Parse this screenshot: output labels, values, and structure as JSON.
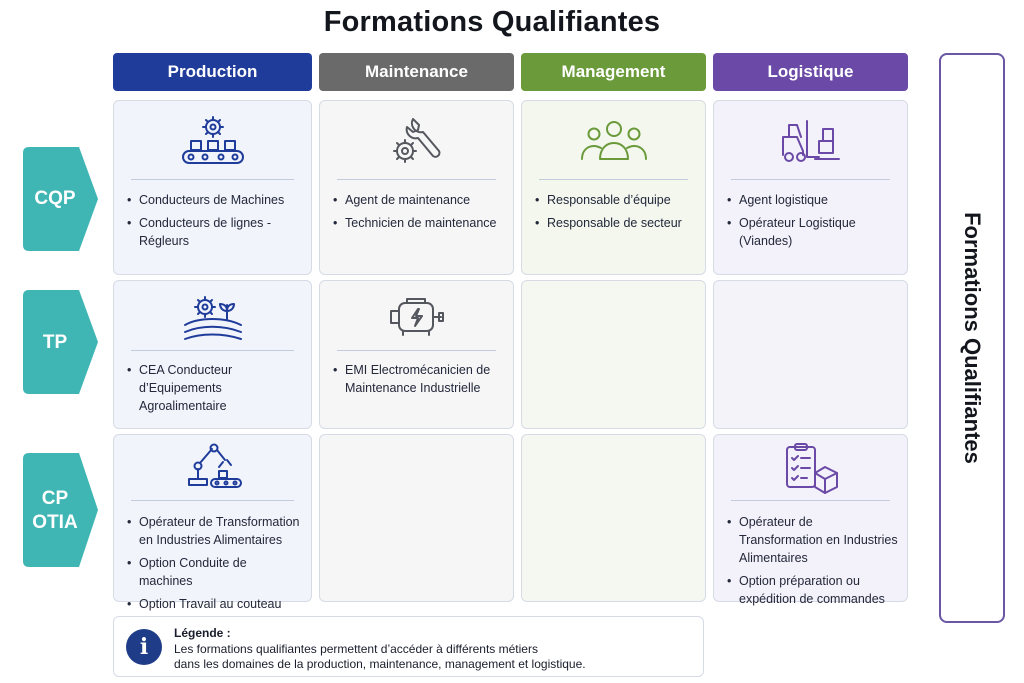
{
  "title": "Formations Qualifiantes",
  "side_label": "Formations Qualifiantes",
  "columns": [
    {
      "label": "Production",
      "color": "#1f3c9b"
    },
    {
      "label": "Maintenance",
      "color": "#6a6a6a"
    },
    {
      "label": "Management",
      "color": "#6a9a3a"
    },
    {
      "label": "Logistique",
      "color": "#6a4aa6"
    }
  ],
  "rows": [
    {
      "lines": [
        "CQP"
      ],
      "color": "#3fb6b4"
    },
    {
      "lines": [
        "TP"
      ],
      "color": "#3fb6b4"
    },
    {
      "lines": [
        "CP",
        "OTIA"
      ],
      "color": "#3fb6b4"
    }
  ],
  "cells": {
    "cqp_production": {
      "icon": "conveyor-gear-icon",
      "items": [
        "Conducteurs de Machines",
        "Conducteurs de lignes - Régleurs"
      ]
    },
    "cqp_maintenance": {
      "icon": "wrench-gear-icon",
      "items": [
        "Agent de maintenance",
        "Technicien de maintenance"
      ]
    },
    "cqp_management": {
      "icon": "team-icon",
      "items": [
        "Responsable d’équipe",
        "Responsable de secteur"
      ]
    },
    "cqp_logistique": {
      "icon": "forklift-icon",
      "items": [
        "Agent logistique",
        "Opérateur Logistique (Viandes)"
      ]
    },
    "tp_production": {
      "icon": "gear-field-icon",
      "items": [
        "CEA Conducteur d’Equipements Agroalimentaire"
      ]
    },
    "tp_maintenance": {
      "icon": "electric-motor-icon",
      "items": [
        "EMI Electromécanicien de Maintenance Industrielle"
      ]
    },
    "otia_production": {
      "icon": "robot-arm-icon",
      "items": [
        "Opérateur de Transformation en Industries Alimentaires",
        "Option Conduite de machines",
        "Option Travail au couteau"
      ]
    },
    "otia_logistique": {
      "icon": "checklist-box-icon",
      "items": [
        "Opérateur de Transformation en Industries Alimentaires",
        "Option préparation ou expédition de commandes"
      ]
    }
  },
  "legend": {
    "icon": "info-icon",
    "glyph": "i",
    "title": "Légende :",
    "line1": "Les formations qualifiantes permettent d’accéder à différents métiers",
    "line2": "dans les domaines de la production, maintenance, management et logistique."
  }
}
